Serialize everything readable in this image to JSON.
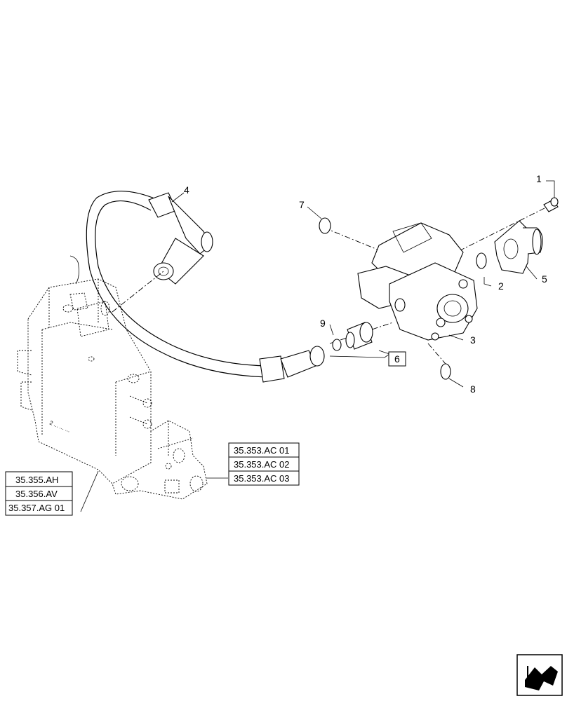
{
  "callouts": [
    {
      "id": "1",
      "label": "1"
    },
    {
      "id": "2",
      "label": "2"
    },
    {
      "id": "3",
      "label": "3"
    },
    {
      "id": "4",
      "label": "4"
    },
    {
      "id": "5",
      "label": "5"
    },
    {
      "id": "6",
      "label": "6"
    },
    {
      "id": "7",
      "label": "7"
    },
    {
      "id": "8",
      "label": "8"
    },
    {
      "id": "9",
      "label": "9"
    }
  ],
  "reference_boxes": {
    "left": [
      "35.355.AH",
      "35.356.AV",
      "35.357.AG 01"
    ],
    "right": [
      "35.353.AC 01",
      "35.353.AC 02",
      "35.353.AC 03"
    ]
  },
  "valve_marking": "2 ... ... ...",
  "nav_icon": "next-page-arrow-icon"
}
